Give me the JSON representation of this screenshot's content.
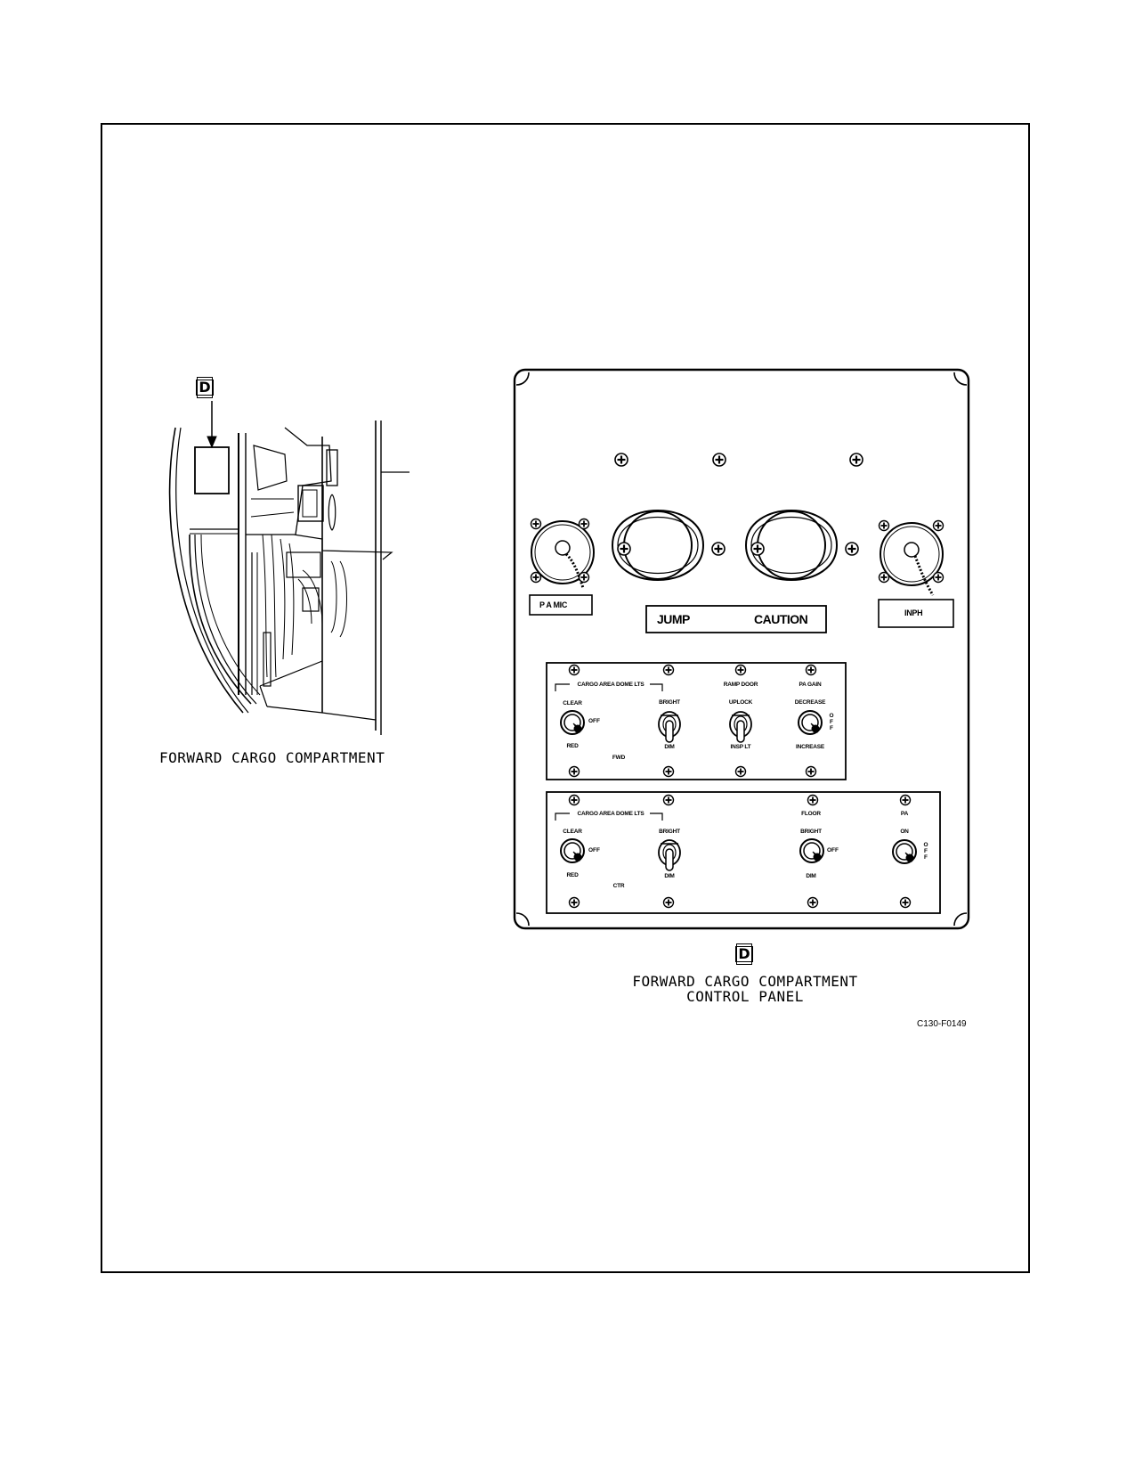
{
  "left_view": {
    "tag": "D",
    "caption": "FORWARD CARGO COMPARTMENT"
  },
  "control_panel": {
    "connectors": {
      "pa_mic": "P A MIC",
      "jump": "JUMP",
      "caution": "CAUTION",
      "inph": "INPH"
    },
    "fwd_section": {
      "group_label": "CARGO AREA DOME LTS",
      "ramp_door": "RAMP DOOR",
      "pa_gain": "PA GAIN",
      "clear": "CLEAR",
      "off": "OFF",
      "red": "RED",
      "fwd": "FWD",
      "bright": "BRIGHT",
      "dim": "DIM",
      "uplock": "UPLOCK",
      "insp_lt": "INSP LT",
      "decrease": "DECREASE",
      "increase": "INCREASE",
      "off_vertical": "OFF"
    },
    "ctr_section": {
      "group_label": "CARGO AREA DOME LTS",
      "floor": "FLOOR",
      "pa": "PA",
      "clear": "CLEAR",
      "off": "OFF",
      "red": "RED",
      "ctr": "CTR",
      "bright": "BRIGHT",
      "dim": "DIM",
      "floor_bright": "BRIGHT",
      "floor_off": "OFF",
      "floor_dim": "DIM",
      "on": "ON",
      "off_vertical": "OFF"
    },
    "tag": "D",
    "caption_line1": "FORWARD CARGO COMPARTMENT",
    "caption_line2": "CONTROL PANEL"
  },
  "figure_id": "C130-F0149"
}
